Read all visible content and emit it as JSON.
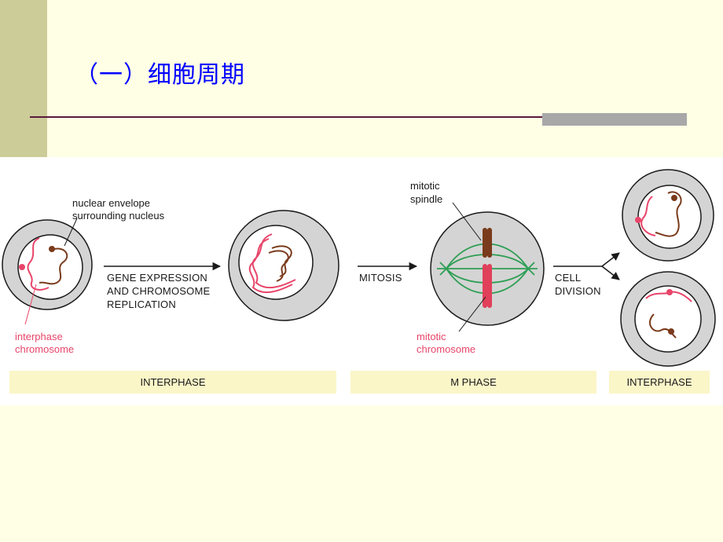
{
  "title": "（一）细胞周期",
  "labels": {
    "nuclear_envelope": "nuclear envelope",
    "surrounding_nucleus": "surrounding nucleus",
    "interphase_chromosome_1": "interphase",
    "interphase_chromosome_2": "chromosome",
    "gene_expression_1": "GENE EXPRESSION",
    "gene_expression_2": "AND CHROMOSOME",
    "gene_expression_3": "REPLICATION",
    "mitosis": "MITOSIS",
    "mitotic_spindle_1": "mitotic",
    "mitotic_spindle_2": "spindle",
    "mitotic_chromosome_1": "mitotic",
    "mitotic_chromosome_2": "chromosome",
    "cell_division_1": "CELL",
    "cell_division_2": "DIVISION"
  },
  "phases": [
    "INTERPHASE",
    "M PHASE",
    "INTERPHASE"
  ],
  "colors": {
    "slide_background": "#ffffe5",
    "title": "#0000ff",
    "cell_fill": "#d4d4d4",
    "nucleus_fill": "#ffffff",
    "interphase_chromosome": "#e8456a",
    "brown_chromosome": "#7a3b1c",
    "spindle": "#2e9e54",
    "mitotic_chromosome": "#e0405a",
    "phase_bar": "#fbf6c8",
    "accent_bar": "#cccc99"
  }
}
